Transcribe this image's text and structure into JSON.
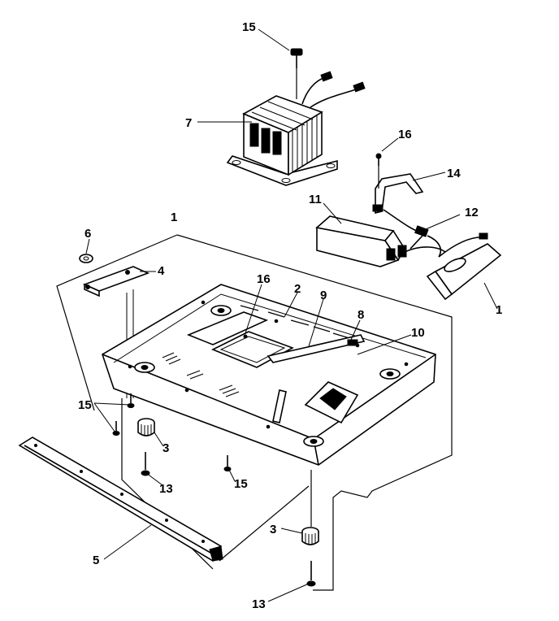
{
  "diagram": {
    "callouts": [
      {
        "id": "c15-top",
        "text": "15"
      },
      {
        "id": "c7",
        "text": "7"
      },
      {
        "id": "c16-right",
        "text": "16"
      },
      {
        "id": "c14",
        "text": "14"
      },
      {
        "id": "c11",
        "text": "11"
      },
      {
        "id": "c12",
        "text": "12"
      },
      {
        "id": "c1-top",
        "text": "1"
      },
      {
        "id": "c6",
        "text": "6"
      },
      {
        "id": "c4",
        "text": "4"
      },
      {
        "id": "c1-right",
        "text": "1"
      },
      {
        "id": "c16-mid",
        "text": "16"
      },
      {
        "id": "c2",
        "text": "2"
      },
      {
        "id": "c9",
        "text": "9"
      },
      {
        "id": "c8",
        "text": "8"
      },
      {
        "id": "c10",
        "text": "10"
      },
      {
        "id": "c15-left",
        "text": "15"
      },
      {
        "id": "c3-left",
        "text": "3"
      },
      {
        "id": "c13-left",
        "text": "13"
      },
      {
        "id": "c15-bottom",
        "text": "15"
      },
      {
        "id": "c5",
        "text": "5"
      },
      {
        "id": "c3-right",
        "text": "3"
      },
      {
        "id": "c13-right",
        "text": "13"
      }
    ]
  }
}
